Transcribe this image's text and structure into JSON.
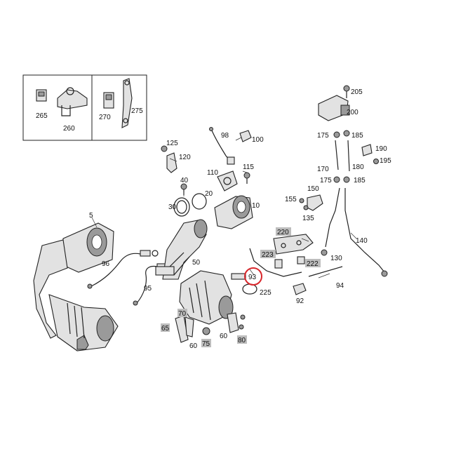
{
  "labels": {
    "p5": "5",
    "p10": "10",
    "p20": "20",
    "p30": "30",
    "p40": "40",
    "p50": "50",
    "p60a": "60",
    "p60b": "60",
    "p65": "65",
    "p70": "70",
    "p75": "75",
    "p80": "80",
    "p92": "92",
    "p93": "93",
    "p94": "94",
    "p95": "95",
    "p96": "96",
    "p98": "98",
    "p100": "100",
    "p110": "110",
    "p115": "115",
    "p120": "120",
    "p125": "125",
    "p130": "130",
    "p135": "135",
    "p140": "140",
    "p150": "150",
    "p155": "155",
    "p170": "170",
    "p175a": "175",
    "p175b": "175",
    "p180": "180",
    "p185a": "185",
    "p185b": "185",
    "p190": "190",
    "p195": "195",
    "p200": "200",
    "p205": "205",
    "p220": "220",
    "p222": "222",
    "p223": "223",
    "p225": "225",
    "p260": "260",
    "p265": "265",
    "p270": "270",
    "p275": "275"
  },
  "highlight": {
    "part": "93",
    "color": "#d9262b"
  },
  "label_box_color": "#bdbdbd"
}
